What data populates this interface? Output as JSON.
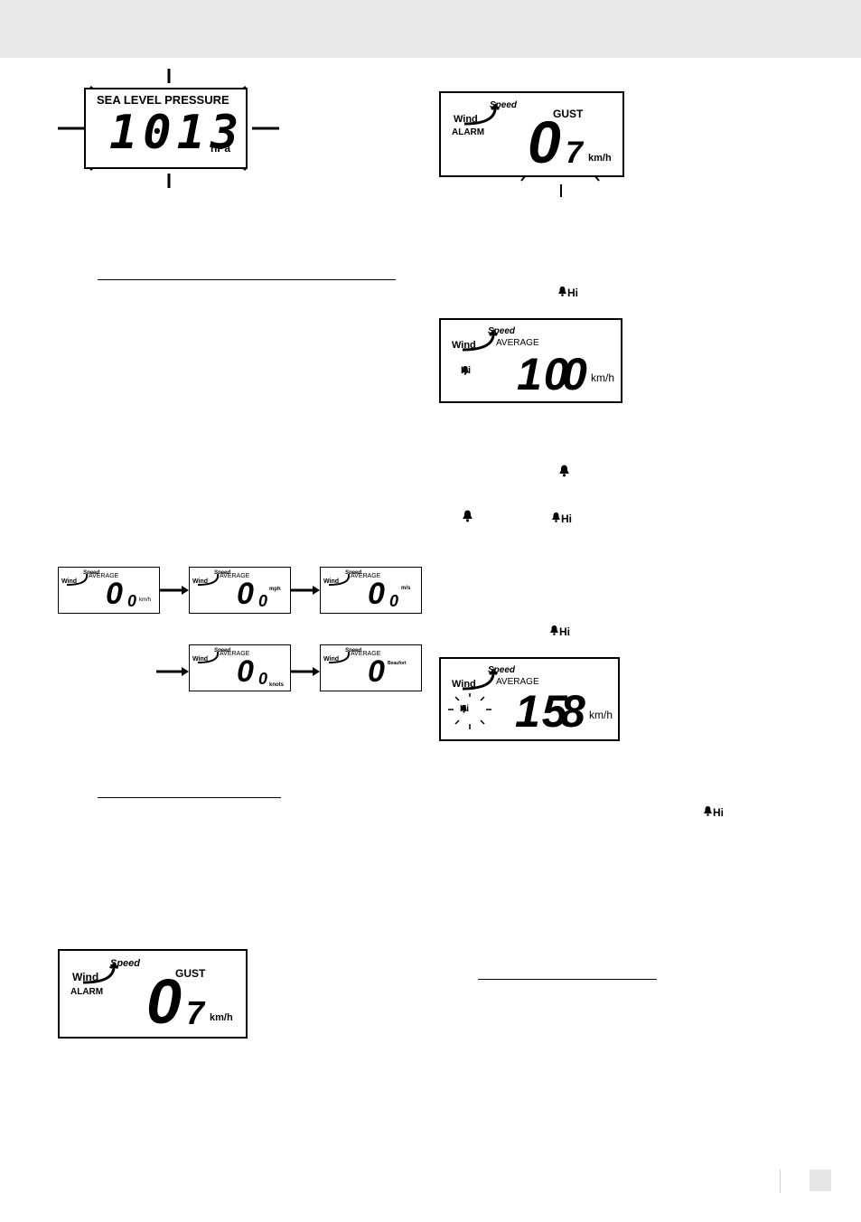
{
  "units": {
    "kmh": "km/h",
    "mph": "mph",
    "ms": "m/s",
    "knots": "knots",
    "beaufort": "Beaufort",
    "hpa": "hPa"
  },
  "lcd_labels": {
    "wind": "Wind",
    "speed": "Speed",
    "average": "AVERAGE",
    "gust": "GUST",
    "alarm": "ALARM",
    "hi": "Hi"
  },
  "pressure_display": {
    "title": "SEA LEVEL PRESSURE",
    "value": "1013",
    "unit": "hPa"
  },
  "gust_alarm_display": {
    "int": "0",
    "dec": "7"
  },
  "hi_alarm_display": {
    "int": "10",
    "dec": "0"
  },
  "hi_alarm_triggered_display": {
    "int": "15",
    "dec": "8"
  },
  "unit_cycle": [
    {
      "int": "0",
      "dec": "0",
      "unit": "km/h"
    },
    {
      "int": "0",
      "dec": "0",
      "unit": "mph"
    },
    {
      "int": "0",
      "dec": "0",
      "unit": "m/s"
    },
    {
      "int": "0",
      "dec": "0",
      "unit": "knots"
    },
    {
      "int": "0",
      "dec": "",
      "unit": "Beaufort"
    }
  ],
  "icons": {
    "alarm": "bell-icon",
    "flash": "flash-rays-icon",
    "arrow": "arrow-right-icon"
  }
}
